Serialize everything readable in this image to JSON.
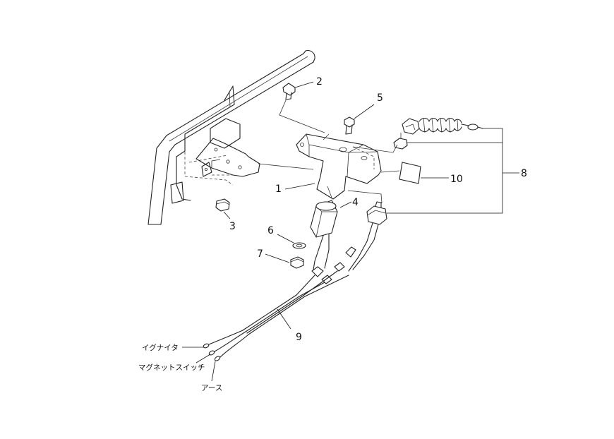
{
  "callouts": {
    "c1": "1",
    "c2": "2",
    "c3": "3",
    "c4": "4",
    "c5": "5",
    "c6": "6",
    "c7": "7",
    "c8": "8",
    "c9": "9",
    "c10": "10"
  },
  "wire_labels": {
    "igniter": "イグナイタ",
    "magneto_switch": "マグネットスイッチ",
    "earth": "アース"
  }
}
